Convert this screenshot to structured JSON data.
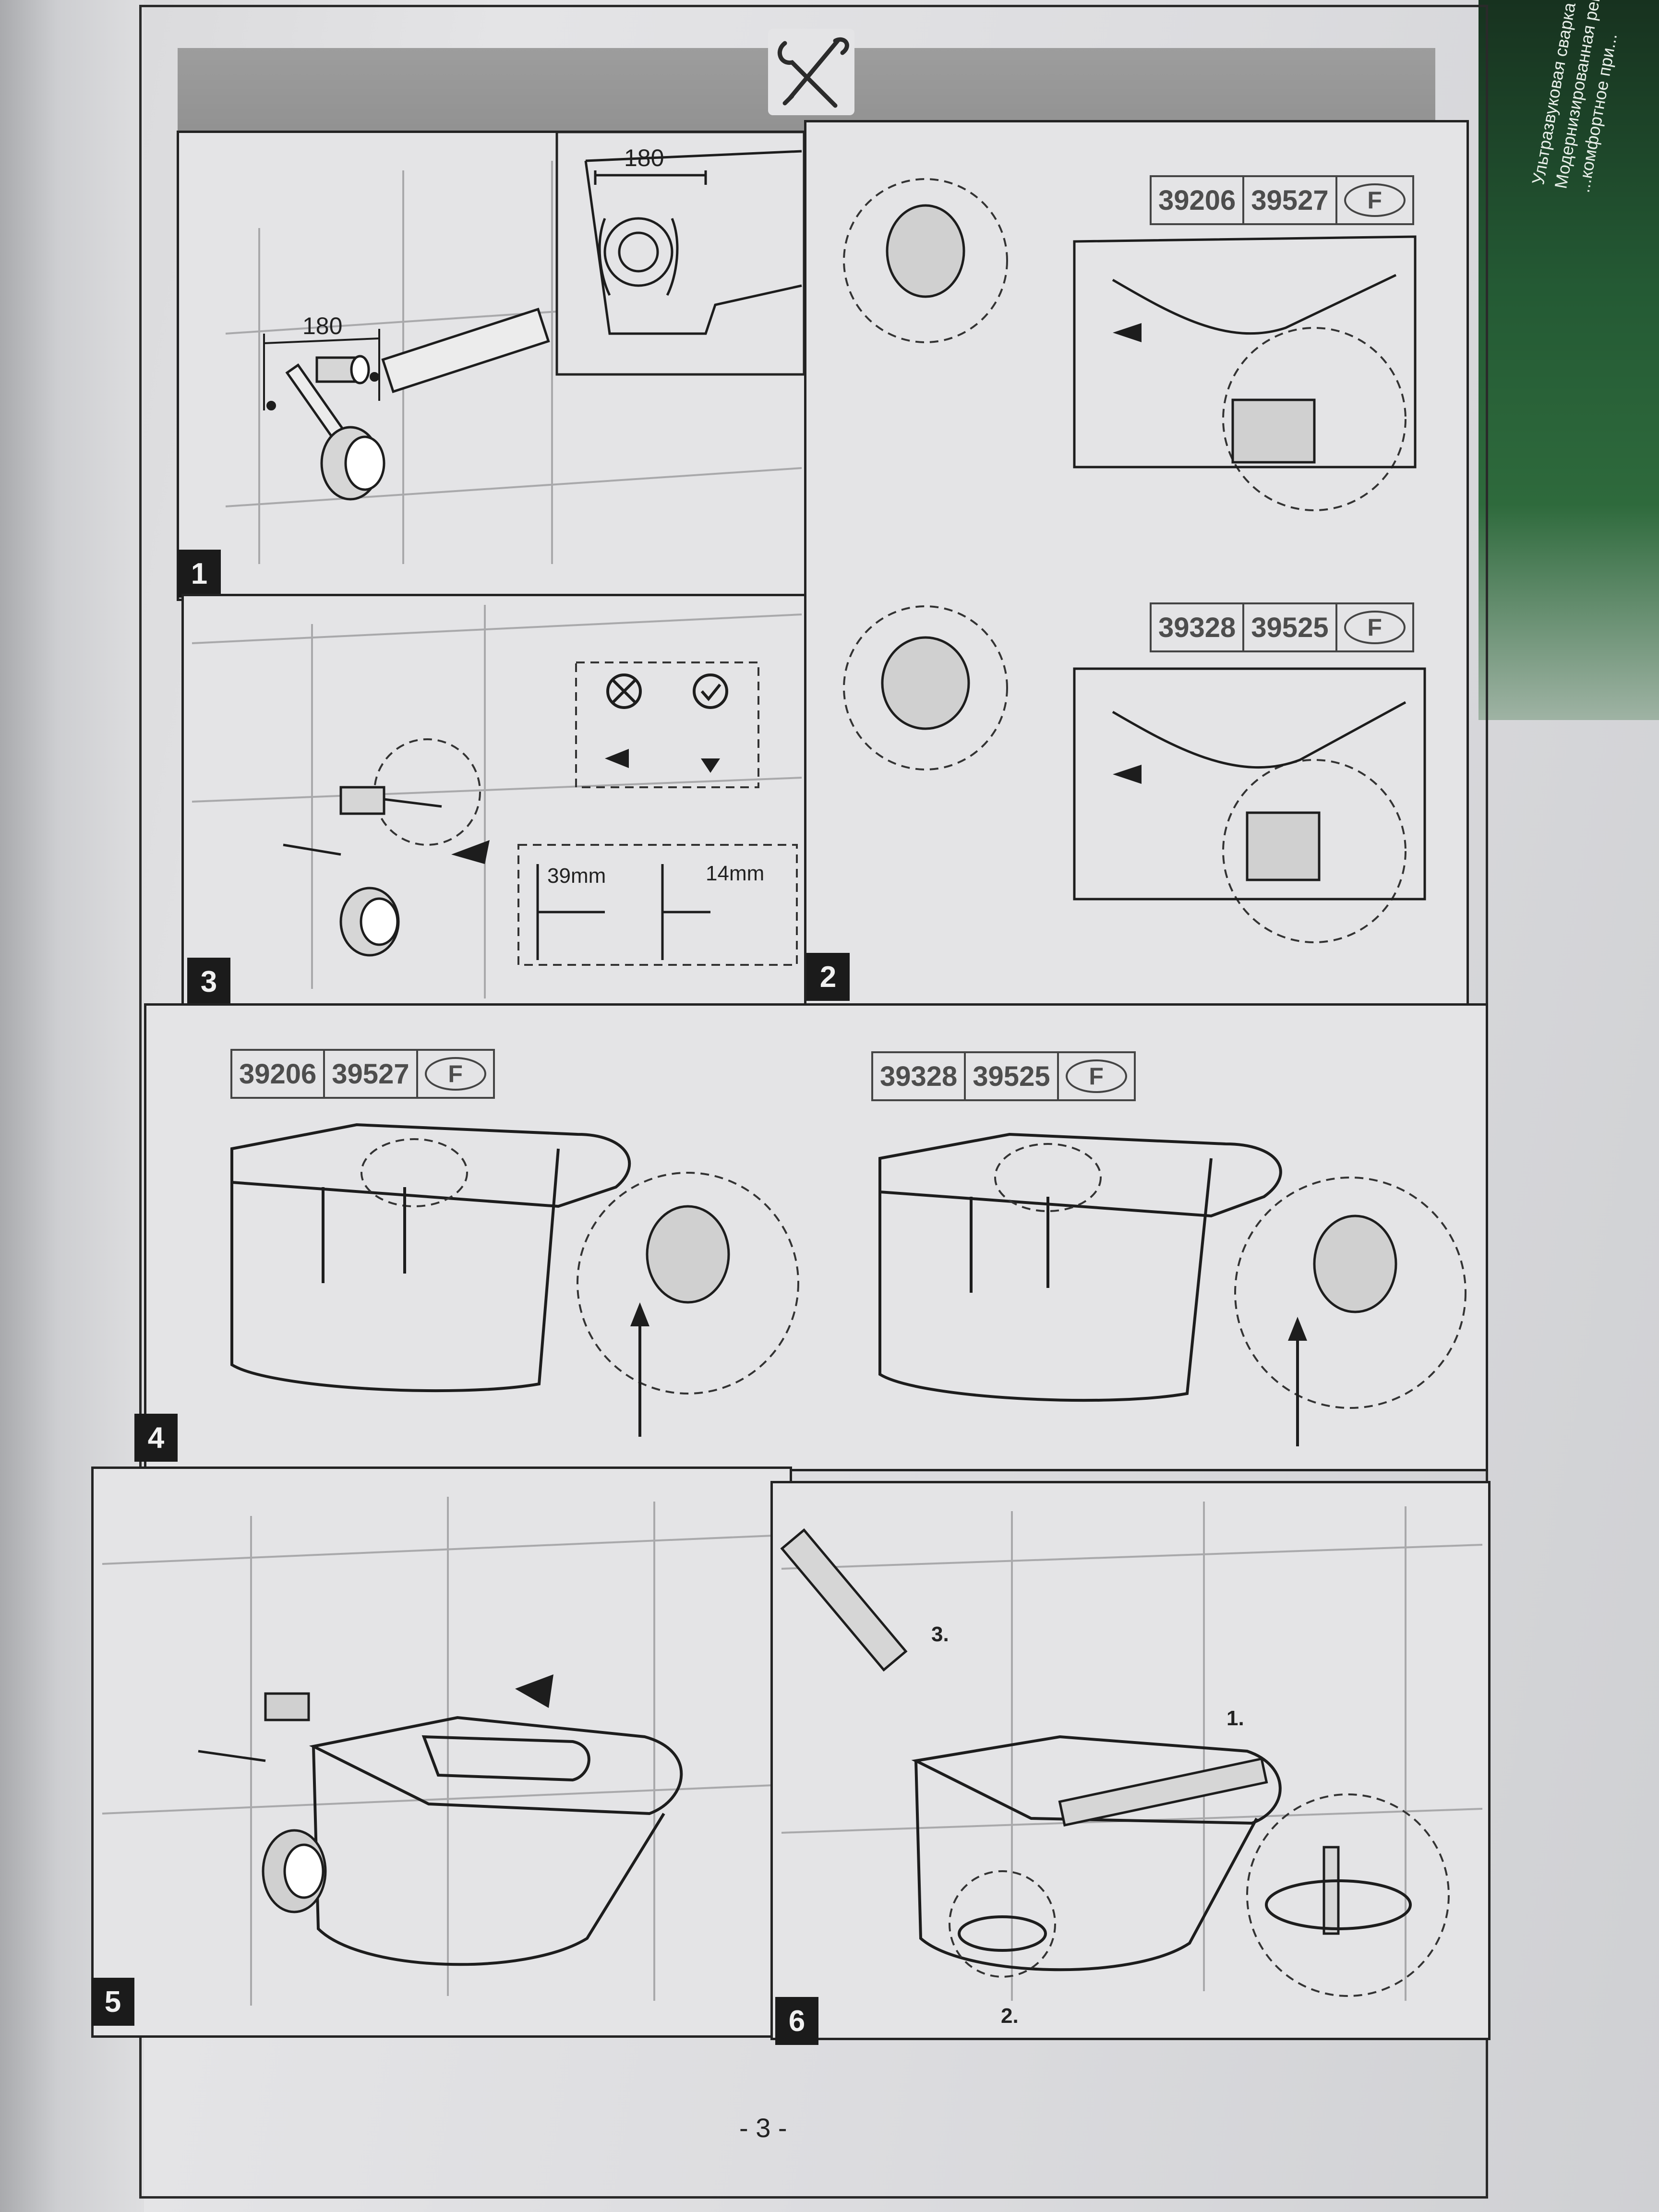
{
  "header": {
    "icon": "wrench-screwdriver-icon"
  },
  "steps": {
    "s1": {
      "number": "1",
      "dim_wall": "180",
      "dim_bowl": "180"
    },
    "s2": {
      "number": "2"
    },
    "s3": {
      "number": "3",
      "dim_a": "39mm",
      "dim_b": "14mm"
    },
    "s4": {
      "number": "4"
    },
    "s5": {
      "number": "5"
    },
    "s6": {
      "number": "6",
      "callout_1": "1.",
      "callout_2": "2.",
      "callout_3": "3."
    }
  },
  "models": {
    "a": {
      "code1": "39206",
      "code2": "39527",
      "variant": "F"
    },
    "b": {
      "code1": "39328",
      "code2": "39525",
      "variant": "F"
    }
  },
  "footer": {
    "page": "- 3 -"
  },
  "background_text": {
    "line1": "Ультразвуковая сварка швов",
    "line2": "Модернизированная регулир...",
    "line3": "...комфортное при..."
  }
}
